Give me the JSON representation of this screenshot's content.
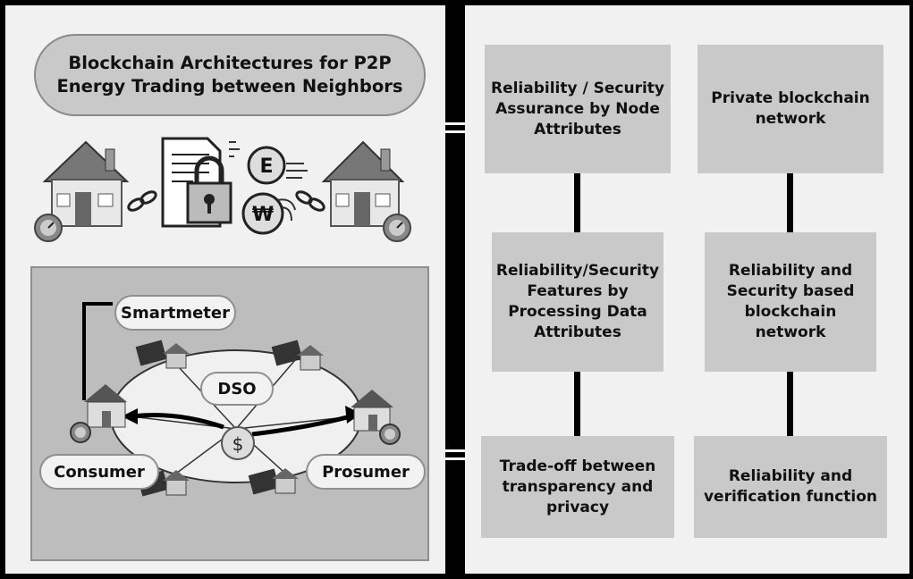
{
  "left": {
    "title_line1": "Blockchain Architectures for P2P",
    "title_line2": "Energy Trading between Neighbors",
    "trade_icons": {
      "coin1": "E",
      "coin2": "₩"
    },
    "network": {
      "smartmeter": "Smartmeter",
      "dso": "DSO",
      "consumer": "Consumer",
      "prosumer": "Prosumer",
      "currency": "$"
    }
  },
  "right": {
    "boxes": [
      {
        "text": "Reliability / Security\nAssurance by Node\nAttributes"
      },
      {
        "text": "Private blockchain\nnetwork"
      },
      {
        "text": "Reliability/Security\nFeatures by\nProcessing Data\nAttributes"
      },
      {
        "text": "Reliability and\nSecurity based\nblockchain network"
      },
      {
        "text": "Trade-off between\ntransparency and\nprivacy"
      },
      {
        "text": "Reliability and\nverification function"
      }
    ]
  },
  "colors": {
    "panel": "#f1f1f1",
    "box": "#c9c9c9",
    "network_bg": "#bdbdbd",
    "border": "#000000"
  }
}
